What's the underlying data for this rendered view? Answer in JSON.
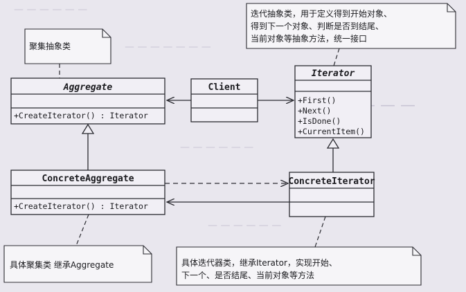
{
  "diagram": {
    "classes": {
      "aggregate": {
        "name": "Aggregate",
        "methods": [
          "+CreateIterator() : Iterator"
        ]
      },
      "client": {
        "name": "Client",
        "methods": []
      },
      "iterator": {
        "name": "Iterator",
        "methods": [
          "+First()",
          "+Next()",
          "+IsDone()",
          "+CurrentItem()"
        ]
      },
      "concrete_aggregate": {
        "name": "ConcreteAggregate",
        "methods": [
          "+CreateIterator() : Iterator"
        ]
      },
      "concrete_iterator": {
        "name": "ConcreteIterator",
        "methods": []
      }
    },
    "notes": {
      "aggregate_note": [
        "聚集抽象类"
      ],
      "iterator_note": [
        "迭代抽象类，用于定义得到开始对象、",
        "得到下一个对象、判断是否到结尾、",
        "当前对象等抽象方法，统一接口"
      ],
      "concrete_aggregate_note": [
        "具体聚集类 继承Aggregate"
      ],
      "concrete_iterator_note": [
        "具体迭代器类，继承Iterator，实现开始、",
        "下一个、是否结尾、当前对象等方法"
      ]
    },
    "colors": {
      "line": "#2a2a30",
      "box_fill": "#f1eff5",
      "note_fill": "#f6f5f8"
    }
  }
}
